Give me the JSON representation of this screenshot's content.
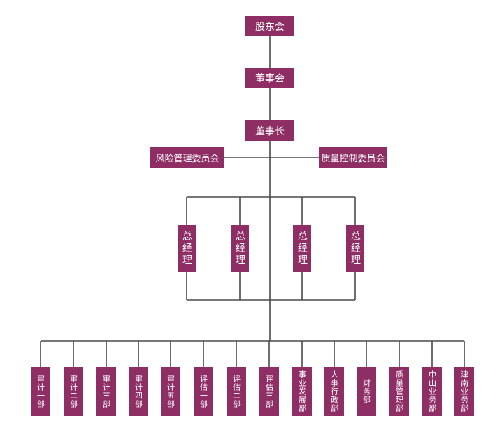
{
  "colors": {
    "box": "#8e2e64",
    "line": "#4a4a4a"
  },
  "diagram": {
    "top": [
      "股东会",
      "董事会",
      "董事长"
    ],
    "committees": [
      "风险管理委员会",
      "质量控制委员会"
    ],
    "managers": [
      "总经理",
      "总经理",
      "总经理",
      "总经理"
    ],
    "departments": [
      "审计一部",
      "审计二部",
      "审计三部",
      "审计四部",
      "审计五部",
      "评估一部",
      "评估二部",
      "评估三部",
      "事业发展部",
      "人事行政部",
      "财务部",
      "质量管理部",
      "中山业务部",
      "津南业务部"
    ]
  }
}
